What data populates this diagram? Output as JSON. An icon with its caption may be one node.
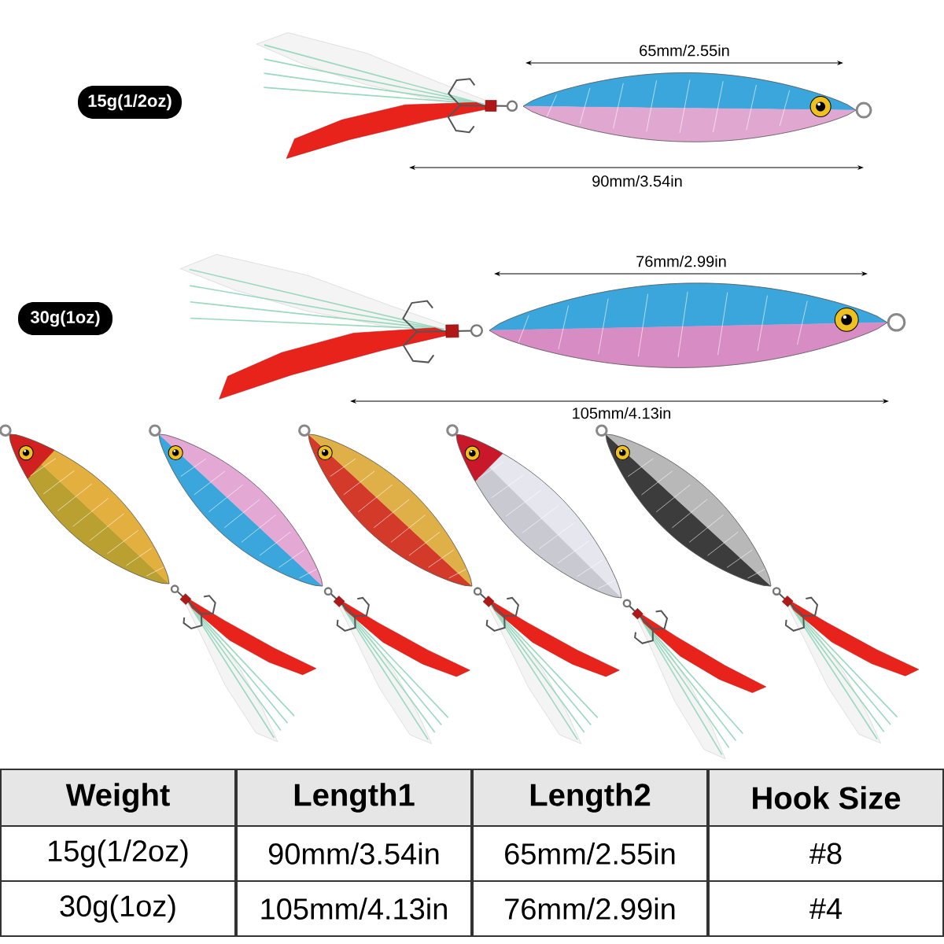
{
  "diagram": {
    "nodes": [
      {
        "text": [
          "15g(1/2oz)"
        ]
      },
      {
        "text": [
          "30g(1oz)"
        ]
      }
    ],
    "labels": [
      "65mm/2.55in",
      "90mm/3.54in",
      "76mm/2.99in",
      "105mm/4.13in",
      "Weight",
      "Length1",
      "Length2",
      "Hook Size",
      "15g(1/2oz)",
      "90mm/3.54in",
      "65mm/2.55in",
      "#8",
      "30g(1oz)",
      "105mm/4.13in",
      "76mm/2.99in",
      "#4"
    ]
  }
}
